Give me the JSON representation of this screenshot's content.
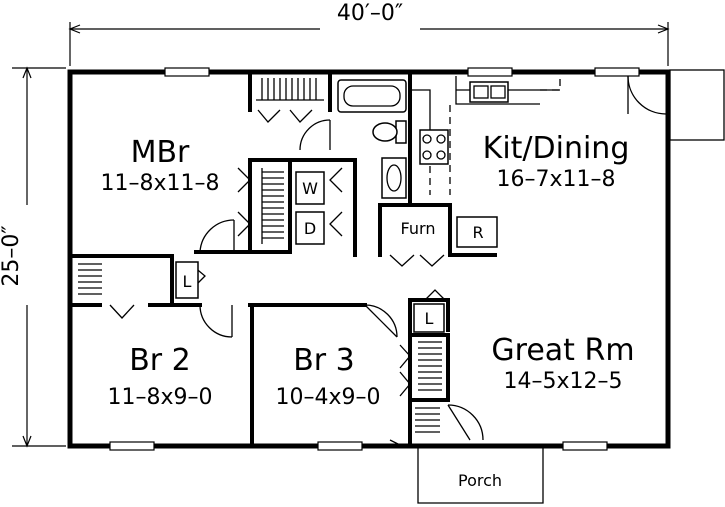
{
  "plan": {
    "overall_width": "40′–0″",
    "overall_depth": "25–0″",
    "rooms": {
      "mbr": {
        "name": "MBr",
        "size": "11–8x11–8"
      },
      "kit": {
        "name": "Kit/Dining",
        "size": "16–7x11–8"
      },
      "br2": {
        "name": "Br 2",
        "size": "11–8x9–0"
      },
      "br3": {
        "name": "Br 3",
        "size": "10–4x9–0"
      },
      "great": {
        "name": "Great Rm",
        "size": "14–5x12–5"
      }
    },
    "labels": {
      "washer": "W",
      "dryer": "D",
      "furnace": "Furn",
      "refrigerator": "R",
      "linen_1": "L",
      "linen_2": "L",
      "porch": "Porch"
    }
  }
}
